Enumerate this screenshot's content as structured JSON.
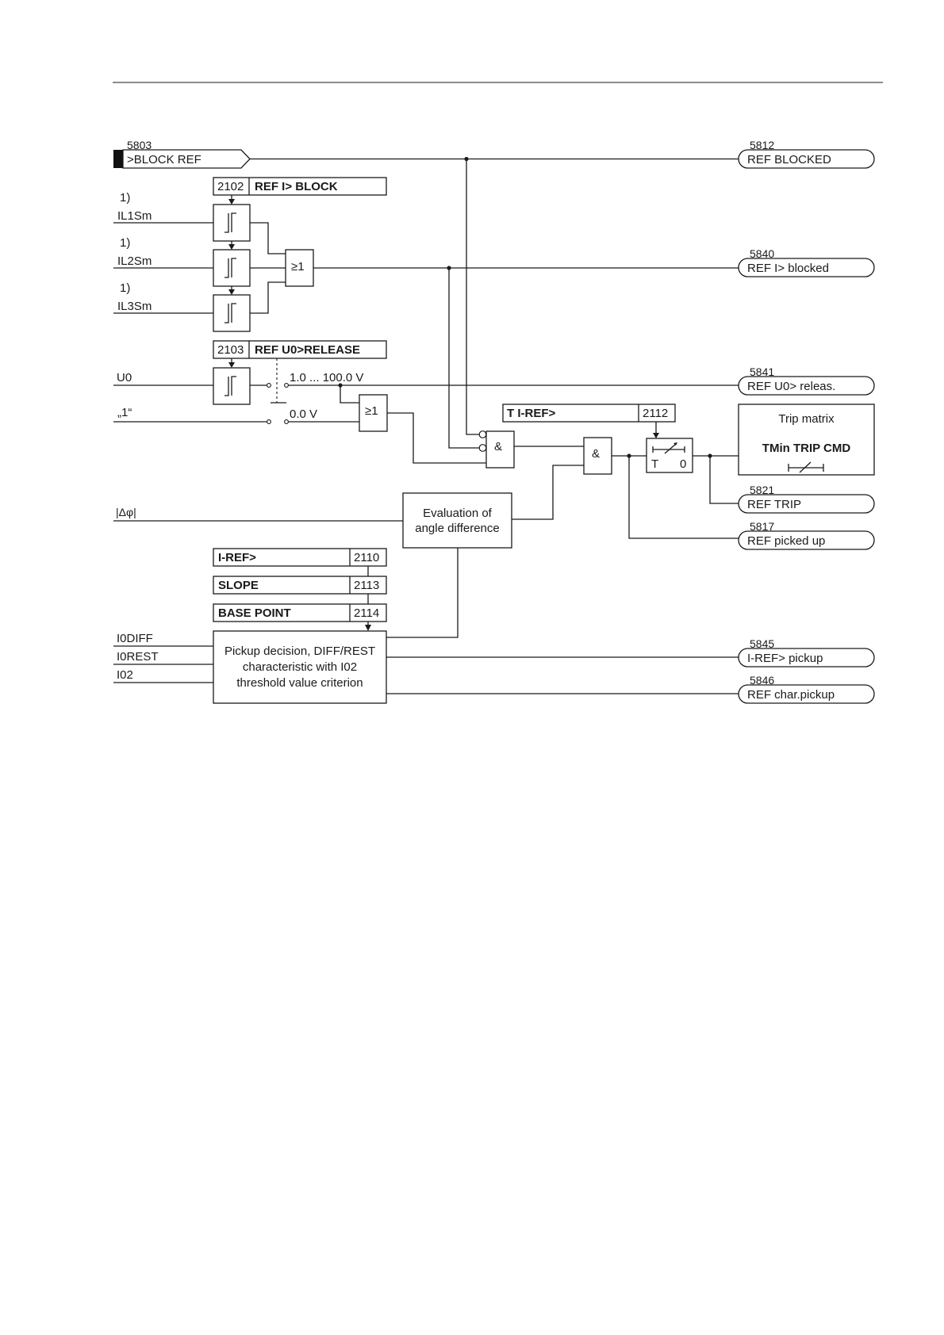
{
  "inputs": {
    "block_ref": {
      "number": "5803",
      "label": ">BLOCK REF"
    },
    "il1": {
      "note": "1)",
      "label": "IL1Sm"
    },
    "il2": {
      "note": "1)",
      "label": "IL2Sm"
    },
    "il3": {
      "note": "1)",
      "label": "IL3Sm"
    },
    "u0": "U0",
    "one": "„1“",
    "dphi": "|Δφ|",
    "i0diff": "I0DIFF",
    "i0rest": "I0REST",
    "i02": "I02"
  },
  "outputs": {
    "ref_blocked": {
      "number": "5812",
      "label": "REF BLOCKED"
    },
    "i_blocked": {
      "number": "5840",
      "label": "REF I> blocked"
    },
    "u0_releas": {
      "number": "5841",
      "label": "REF U0> releas."
    },
    "ref_trip": {
      "number": "5821",
      "label": "REF TRIP"
    },
    "picked_up": {
      "number": "5817",
      "label": "REF picked up"
    },
    "iref_pickup": {
      "number": "5845",
      "label": "I-REF> pickup"
    },
    "char_pickup": {
      "number": "5846",
      "label": "REF char.pickup"
    }
  },
  "params": {
    "ref_i_block": {
      "number": "2102",
      "label": "REF I> BLOCK"
    },
    "ref_u0_release": {
      "number": "2103",
      "label": "REF U0>RELEASE"
    },
    "t_iref": {
      "number": "2112",
      "label": "T I-REF>"
    },
    "iref": {
      "number": "2110",
      "label": "I-REF>"
    },
    "slope": {
      "number": "2113",
      "label": "SLOPE"
    },
    "base_point": {
      "number": "2114",
      "label": "BASE POINT"
    }
  },
  "gates": {
    "or": "≥1",
    "and": "&",
    "timer_t": "T",
    "timer_0": "0"
  },
  "switch_labels": {
    "range": "1.0 ... 100.0 V",
    "zero": "0.0 V"
  },
  "blocks": {
    "angle_line1": "Evaluation of",
    "angle_line2": "angle difference",
    "pickup_line1": "Pickup decision, DIFF/REST",
    "pickup_line2": "characteristic with I02",
    "pickup_line3": "threshold value criterion",
    "trip_matrix_title": "Trip matrix",
    "trip_matrix_param": "TMin TRIP CMD"
  }
}
